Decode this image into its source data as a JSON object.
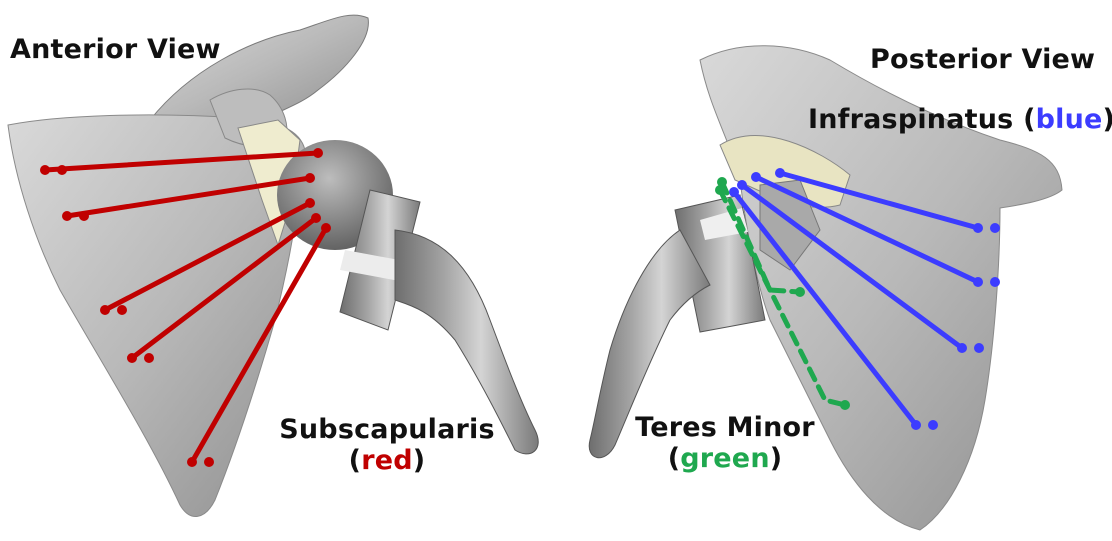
{
  "anterior": {
    "title": "Anterior View",
    "muscle_name": "Subscapularis",
    "color_word": "red",
    "muscle_color": "#c00000"
  },
  "posterior": {
    "title": "Posterior View",
    "infraspinatus": {
      "name": "Infraspinatus",
      "color_word": "blue",
      "color": "#3c3cff"
    },
    "teres_minor": {
      "name": "Teres Minor",
      "color_word": "green",
      "color": "#1fa84f"
    }
  },
  "punctuation": {
    "open": "(",
    "close": ")"
  }
}
